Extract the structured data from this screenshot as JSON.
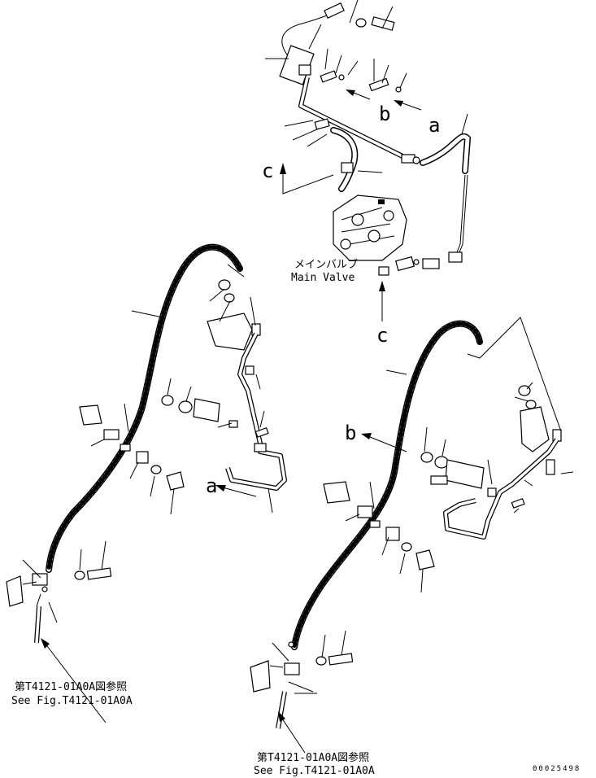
{
  "labels": {
    "a": "a",
    "b": "b",
    "c": "c"
  },
  "main_valve": {
    "jp": "メインバルブ",
    "en": "Main Valve"
  },
  "ref_left": {
    "jp": "第T4121-01A0A図参照",
    "en": "See Fig.T4121-01A0A"
  },
  "ref_right": {
    "jp": "第T4121-01A0A図参照",
    "en": "See Fig.T4121-01A0A"
  },
  "part_id": "00025498",
  "colors": {
    "line": "#000000",
    "background": "#ffffff"
  }
}
